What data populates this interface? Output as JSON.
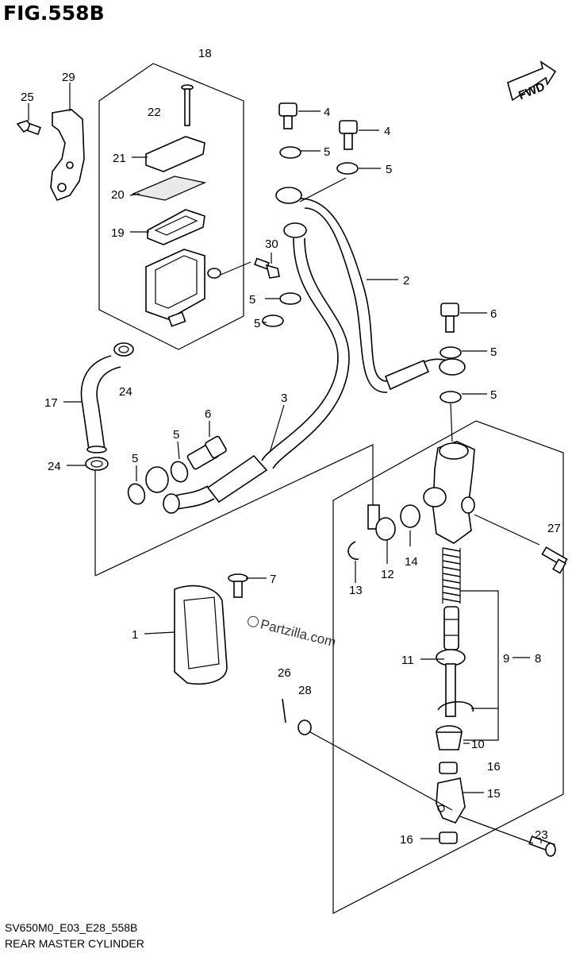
{
  "figure": {
    "title": "FIG.558B",
    "code": "SV650M0_E03_E28_558B",
    "name": "REAR MASTER CYLINDER",
    "watermark": "Partzilla.com",
    "fwd_label": "FWD"
  },
  "callouts": [
    {
      "id": "c18",
      "label": "18"
    },
    {
      "id": "c29",
      "label": "29"
    },
    {
      "id": "c25",
      "label": "25"
    },
    {
      "id": "c22",
      "label": "22"
    },
    {
      "id": "c21",
      "label": "21"
    },
    {
      "id": "c20",
      "label": "20"
    },
    {
      "id": "c19",
      "label": "19"
    },
    {
      "id": "c4a",
      "label": "4"
    },
    {
      "id": "c4b",
      "label": "4"
    },
    {
      "id": "c5a",
      "label": "5"
    },
    {
      "id": "c5b",
      "label": "5"
    },
    {
      "id": "c30",
      "label": "30"
    },
    {
      "id": "c2",
      "label": "2"
    },
    {
      "id": "c5c",
      "label": "5"
    },
    {
      "id": "c5d",
      "label": "5"
    },
    {
      "id": "c6a",
      "label": "6"
    },
    {
      "id": "c5e",
      "label": "5"
    },
    {
      "id": "c5f",
      "label": "5"
    },
    {
      "id": "c17",
      "label": "17"
    },
    {
      "id": "c24a",
      "label": "24"
    },
    {
      "id": "c3",
      "label": "3"
    },
    {
      "id": "c6b",
      "label": "6"
    },
    {
      "id": "c5g",
      "label": "5"
    },
    {
      "id": "c5h",
      "label": "5"
    },
    {
      "id": "c24b",
      "label": "24"
    },
    {
      "id": "c27",
      "label": "27"
    },
    {
      "id": "c12",
      "label": "12"
    },
    {
      "id": "c14",
      "label": "14"
    },
    {
      "id": "c13",
      "label": "13"
    },
    {
      "id": "c7",
      "label": "7"
    },
    {
      "id": "c1",
      "label": "1"
    },
    {
      "id": "c11",
      "label": "11"
    },
    {
      "id": "c9",
      "label": "9"
    },
    {
      "id": "c8",
      "label": "8"
    },
    {
      "id": "c26",
      "label": "26"
    },
    {
      "id": "c28",
      "label": "28"
    },
    {
      "id": "c10",
      "label": "10"
    },
    {
      "id": "c16a",
      "label": "16"
    },
    {
      "id": "c15",
      "label": "15"
    },
    {
      "id": "c23",
      "label": "23"
    },
    {
      "id": "c16b",
      "label": "16"
    }
  ]
}
